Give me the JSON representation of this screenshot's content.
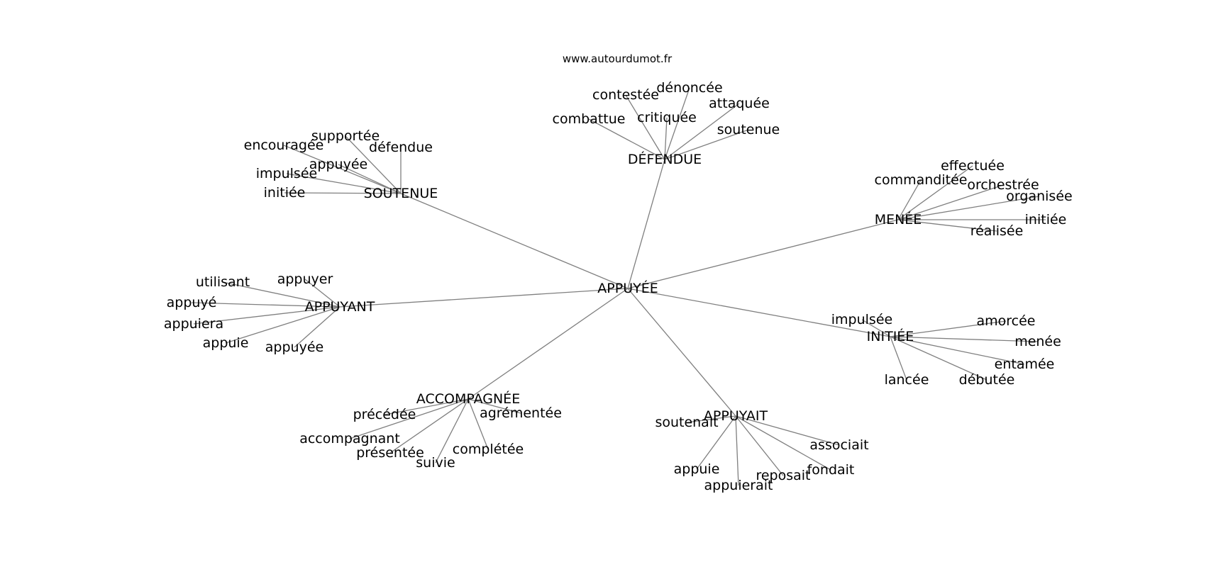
{
  "site": "www.autourdumot.fr",
  "graph": {
    "center": "APPUYÉE",
    "hubs": [
      {
        "id": "defendue",
        "label": "DÉFENDUE",
        "leaves": [
          "combattue",
          "contestée",
          "critiquée",
          "dénoncée",
          "attaquée",
          "soutenue"
        ]
      },
      {
        "id": "soutenue",
        "label": "SOUTENUE",
        "leaves": [
          "supportée",
          "encouragée",
          "défendue",
          "appuyée",
          "impulsée",
          "initiée"
        ]
      },
      {
        "id": "menee",
        "label": "MENÉE",
        "leaves": [
          "commanditée",
          "effectuée",
          "orchestrée",
          "organisée",
          "initiée",
          "réalisée"
        ]
      },
      {
        "id": "appuyant",
        "label": "APPUYANT",
        "leaves": [
          "utilisant",
          "appuyer",
          "appuyé",
          "appuiera",
          "appuie",
          "appuyée"
        ]
      },
      {
        "id": "initiee",
        "label": "INITIÉE",
        "leaves": [
          "impulsée",
          "amorcée",
          "menée",
          "entamée",
          "lancée",
          "débutée"
        ]
      },
      {
        "id": "accompagnee",
        "label": "ACCOMPAGNÉE",
        "leaves": [
          "précédée",
          "agrémentée",
          "accompagnant",
          "présentée",
          "suivie",
          "complétée"
        ]
      },
      {
        "id": "appuyait",
        "label": "APPUYAIT",
        "leaves": [
          "soutenait",
          "associait",
          "appuie",
          "fondait",
          "reposait",
          "appuierait"
        ]
      }
    ]
  }
}
